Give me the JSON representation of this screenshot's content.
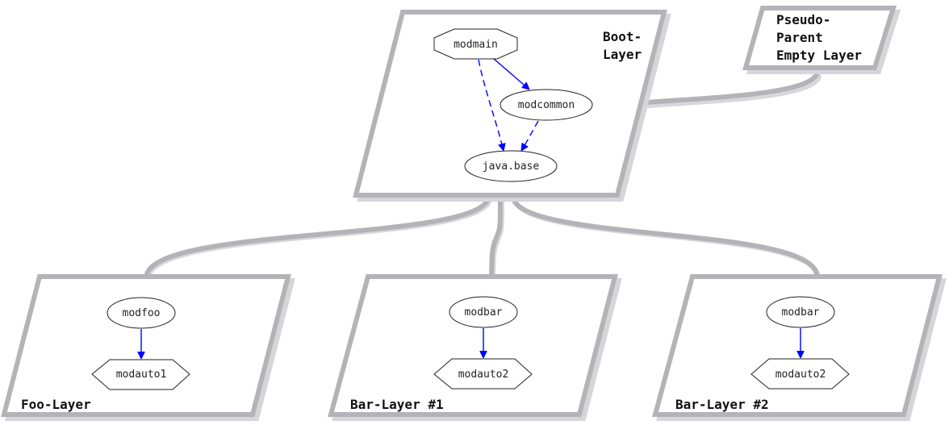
{
  "diagram": {
    "colors": {
      "layer_border": "#b3b3b8",
      "edge_requires": "#0000ff",
      "edge_implied": "#0000ff",
      "node_border": "#222222",
      "label_text": "#111111"
    },
    "layers": [
      {
        "id": "pseudo",
        "label_lines": [
          "Pseudo-",
          "Parent",
          "Empty Layer"
        ]
      },
      {
        "id": "boot",
        "label_lines": [
          "Boot-",
          "Layer"
        ]
      },
      {
        "id": "foo",
        "label_lines": [
          "Foo-Layer"
        ]
      },
      {
        "id": "bar1",
        "label_lines": [
          "Bar-Layer #1"
        ]
      },
      {
        "id": "bar2",
        "label_lines": [
          "Bar-Layer #2"
        ]
      }
    ],
    "layer_edges": [
      {
        "from": "pseudo",
        "to": "boot"
      },
      {
        "from": "boot",
        "to": "foo"
      },
      {
        "from": "boot",
        "to": "bar1"
      },
      {
        "from": "boot",
        "to": "bar2"
      }
    ],
    "modules": {
      "boot": [
        {
          "id": "modmain",
          "label": "modmain",
          "shape": "octagon"
        },
        {
          "id": "modcommon",
          "label": "modcommon",
          "shape": "ellipse"
        },
        {
          "id": "javabase",
          "label": "java.base",
          "shape": "ellipse"
        }
      ],
      "foo": [
        {
          "id": "modfoo",
          "label": "modfoo",
          "shape": "ellipse"
        },
        {
          "id": "modauto1",
          "label": "modauto1",
          "shape": "hexagon"
        }
      ],
      "bar1": [
        {
          "id": "modbar1",
          "label": "modbar",
          "shape": "ellipse"
        },
        {
          "id": "modauto2a",
          "label": "modauto2",
          "shape": "hexagon"
        }
      ],
      "bar2": [
        {
          "id": "modbar2",
          "label": "modbar",
          "shape": "ellipse"
        },
        {
          "id": "modauto2b",
          "label": "modauto2",
          "shape": "hexagon"
        }
      ]
    },
    "module_edges": [
      {
        "from": "modmain",
        "to": "modcommon",
        "style": "solid"
      },
      {
        "from": "modmain",
        "to": "java.base",
        "style": "dashed"
      },
      {
        "from": "modcommon",
        "to": "java.base",
        "style": "dashed"
      },
      {
        "from": "modfoo",
        "to": "modauto1",
        "style": "solid"
      },
      {
        "from": "modbar",
        "to": "modauto2",
        "style": "solid",
        "layer": "Bar-Layer #1"
      },
      {
        "from": "modbar",
        "to": "modauto2",
        "style": "solid",
        "layer": "Bar-Layer #2"
      }
    ]
  }
}
